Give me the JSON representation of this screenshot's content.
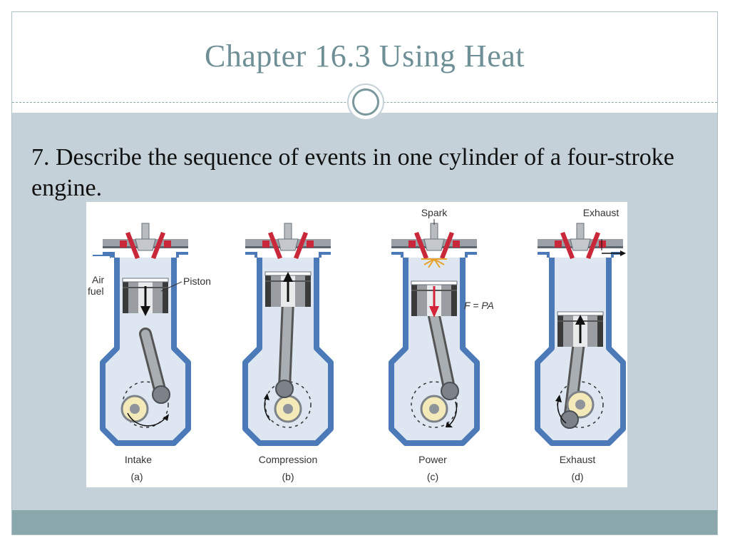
{
  "slide": {
    "title": "Chapter 16.3 Using Heat",
    "bullet": "7. Describe the sequence of events in one cylinder of a four-stroke engine."
  },
  "diagram": {
    "labels": {
      "spark": "Spark",
      "exhaust_top": "Exhaust",
      "air": "Air",
      "fuel": "fuel",
      "piston": "Piston",
      "force": "F = PA"
    },
    "strokes": [
      {
        "name": "Intake",
        "letter": "(a)"
      },
      {
        "name": "Compression",
        "letter": "(b)"
      },
      {
        "name": "Power",
        "letter": "(c)"
      },
      {
        "name": "Exhaust",
        "letter": "(d)"
      }
    ]
  },
  "colors": {
    "title": "#6e8f95",
    "content_background": "#c4d1d8",
    "footer_bar": "#8aa8ab",
    "cylinder_wall": "#4c7ab8",
    "gas_intake": "#a8dde0",
    "gas_exhaust": "#f4a689",
    "valve_red": "#c8283a"
  }
}
